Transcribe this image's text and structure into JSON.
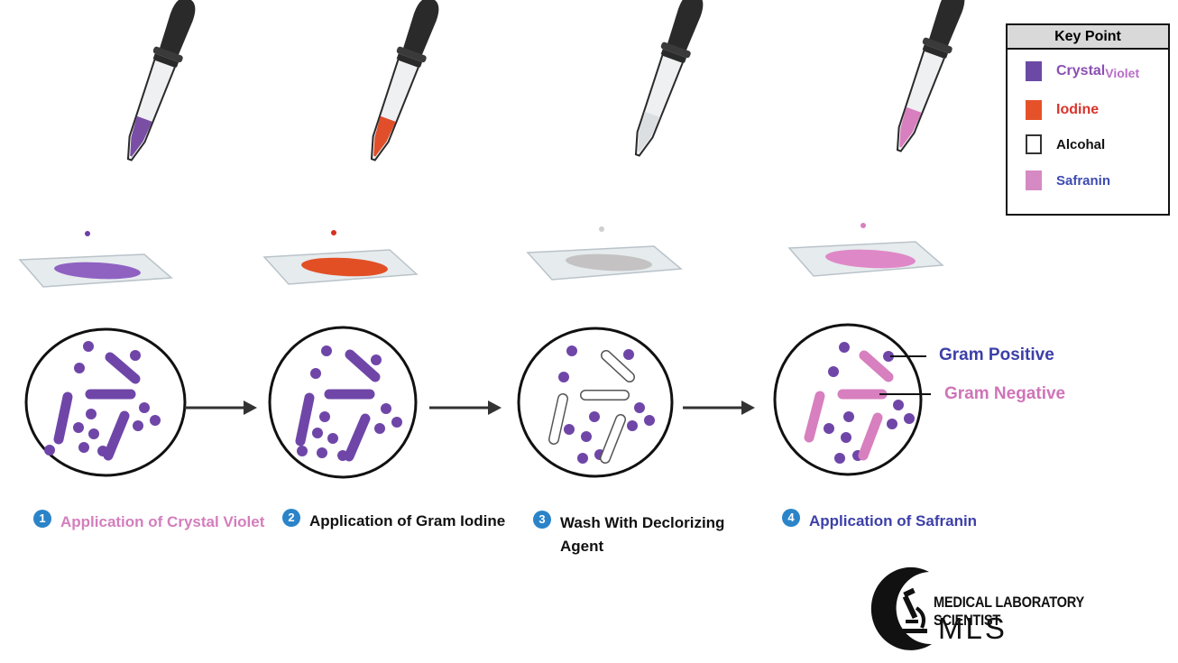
{
  "colors": {
    "crystal_violet": "#7b4ea6",
    "iodine": "#e04e2a",
    "alcohol": "#ffffff",
    "safranin": "#d77fbf",
    "step_number": "#2b84c8",
    "gram_positive_text": "#3c3fa8",
    "gram_negative_text": "#cf74b8"
  },
  "key": {
    "title": "Key Point",
    "items": [
      {
        "main": "Crystal",
        "suffix": "Violet",
        "color": "#6a4aa5",
        "text_color": "#8a4fb3"
      },
      {
        "main": "Iodine",
        "suffix": "",
        "color": "#e5522a",
        "text_color": "#d8342b"
      },
      {
        "main": "Alcohal",
        "suffix": "",
        "color": "#ffffff",
        "text_color": "#111111"
      },
      {
        "main": "Safranin",
        "suffix": "",
        "color": "#d68ac4",
        "text_color": "#3d4bb0"
      }
    ]
  },
  "steps": [
    {
      "number": "1",
      "label": "Application of Crystal Violet",
      "color": "#d47ebd"
    },
    {
      "number": "2",
      "label": "Application of Gram Iodine",
      "color": "#111111"
    },
    {
      "number": "3",
      "label": "Wash With Declorizing Agent",
      "color": "#111111"
    },
    {
      "number": "4",
      "label": "Application of Safranin",
      "color": "#3c3fa8"
    }
  ],
  "callouts": {
    "gram_positive": "Gram Positive",
    "gram_negative": "Gram Negative"
  },
  "logo": {
    "line1": "MEDICAL LABORATORY SCIENTIST",
    "line2": "MLS"
  }
}
